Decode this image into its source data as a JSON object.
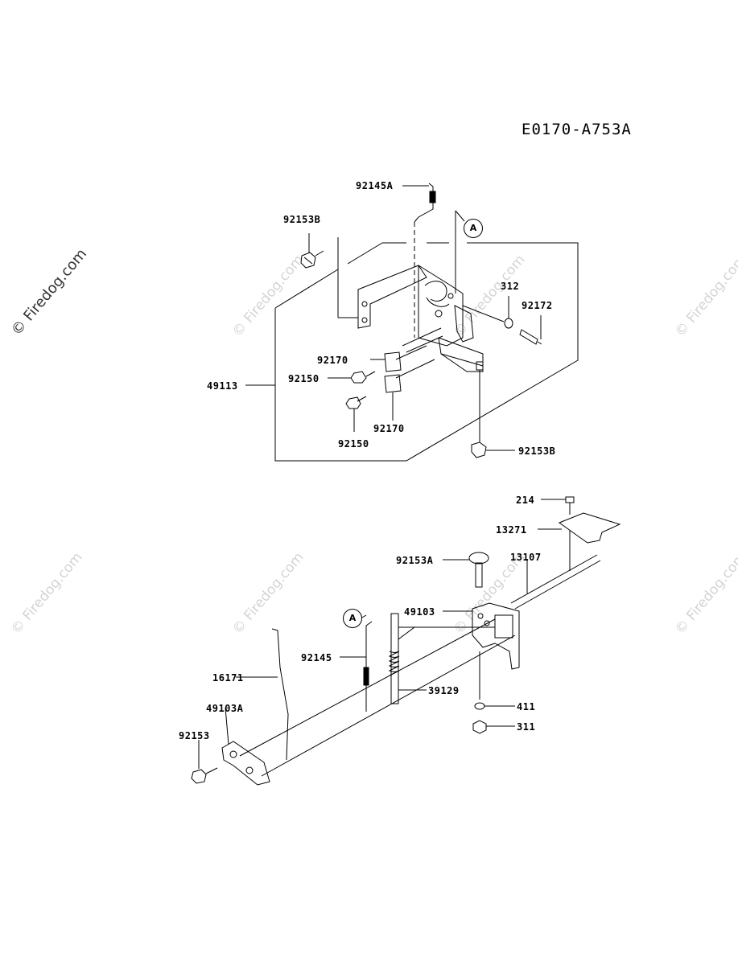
{
  "diagram_code": "E0170-A753A",
  "watermark": "© Firedog.com",
  "callout_letter": "A",
  "parts": {
    "p92145A": "92145A",
    "p92153B_top": "92153B",
    "p312": "312",
    "p92172": "92172",
    "p92170_a": "92170",
    "p92150_a": "92150",
    "p49113": "49113",
    "p92170_b": "92170",
    "p92150_b": "92150",
    "p92153B_bottom": "92153B",
    "p214": "214",
    "p13271": "13271",
    "p92153A": "92153A",
    "p13107": "13107",
    "p49103": "49103",
    "p92145": "92145",
    "p16171": "16171",
    "p39129": "39129",
    "p49103A": "49103A",
    "p92153": "92153",
    "p411": "411",
    "p311": "311"
  }
}
